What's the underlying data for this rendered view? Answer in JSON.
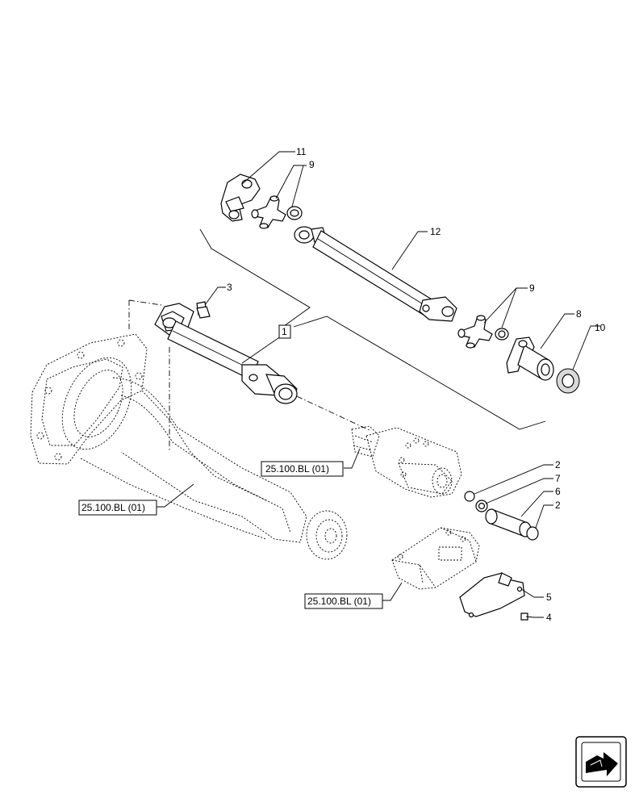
{
  "callouts": {
    "c1": "1",
    "c2a": "2",
    "c2b": "2",
    "c3": "3",
    "c4": "4",
    "c5": "5",
    "c6": "6",
    "c7": "7",
    "c8": "8",
    "c9a": "9",
    "c9b": "9",
    "c10": "10",
    "c11": "11",
    "c12": "12"
  },
  "references": {
    "ref_middle": "25.100.BL (01)",
    "ref_left": "25.100.BL (01)",
    "ref_bottom": "25.100.BL (01)"
  },
  "icons": {
    "nav": "next-page-arrow-icon"
  }
}
